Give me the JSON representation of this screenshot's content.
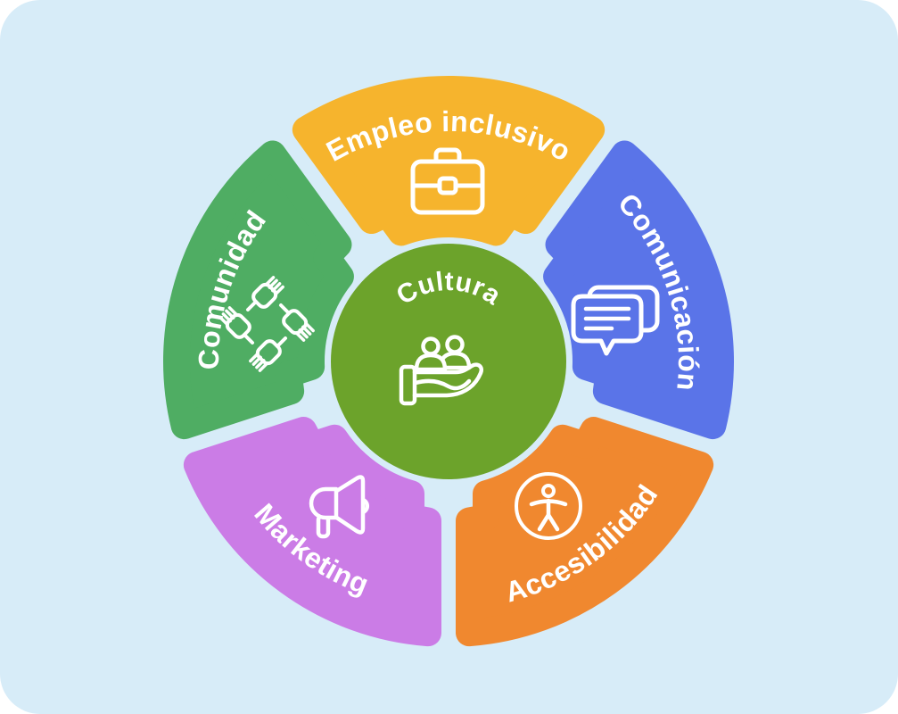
{
  "background": {
    "canvas_color": "#d7ecf8",
    "page_color": "#ffffff",
    "corner_radius": 45
  },
  "icon_color": "#ffffff",
  "label_color": "#ffffff",
  "center": {
    "label": "Cultura",
    "color": "#6ca32b",
    "icon": "people-on-hand-icon"
  },
  "segments": [
    {
      "id": "empleo-inclusivo",
      "label": "Empleo inclusivo",
      "color": "#f6b42d",
      "center_angle_deg": 0,
      "icon": "briefcase-icon",
      "label_flipped": false
    },
    {
      "id": "comunicacion",
      "label": "Comunicación",
      "color": "#5a74e8",
      "center_angle_deg": 72,
      "icon": "chat-bubbles-icon",
      "label_flipped": false
    },
    {
      "id": "accesibilidad",
      "label": "Accesibilidad",
      "color": "#f0882f",
      "center_angle_deg": 144,
      "icon": "accessibility-icon",
      "label_flipped": true
    },
    {
      "id": "marketing",
      "label": "Marketing",
      "color": "#cb7ce6",
      "center_angle_deg": 216,
      "icon": "megaphone-icon",
      "label_flipped": true
    },
    {
      "id": "comunidad",
      "label": "Comunidad",
      "color": "#4fad63",
      "center_angle_deg": 288,
      "icon": "joined-hands-icon",
      "label_flipped": false
    }
  ]
}
